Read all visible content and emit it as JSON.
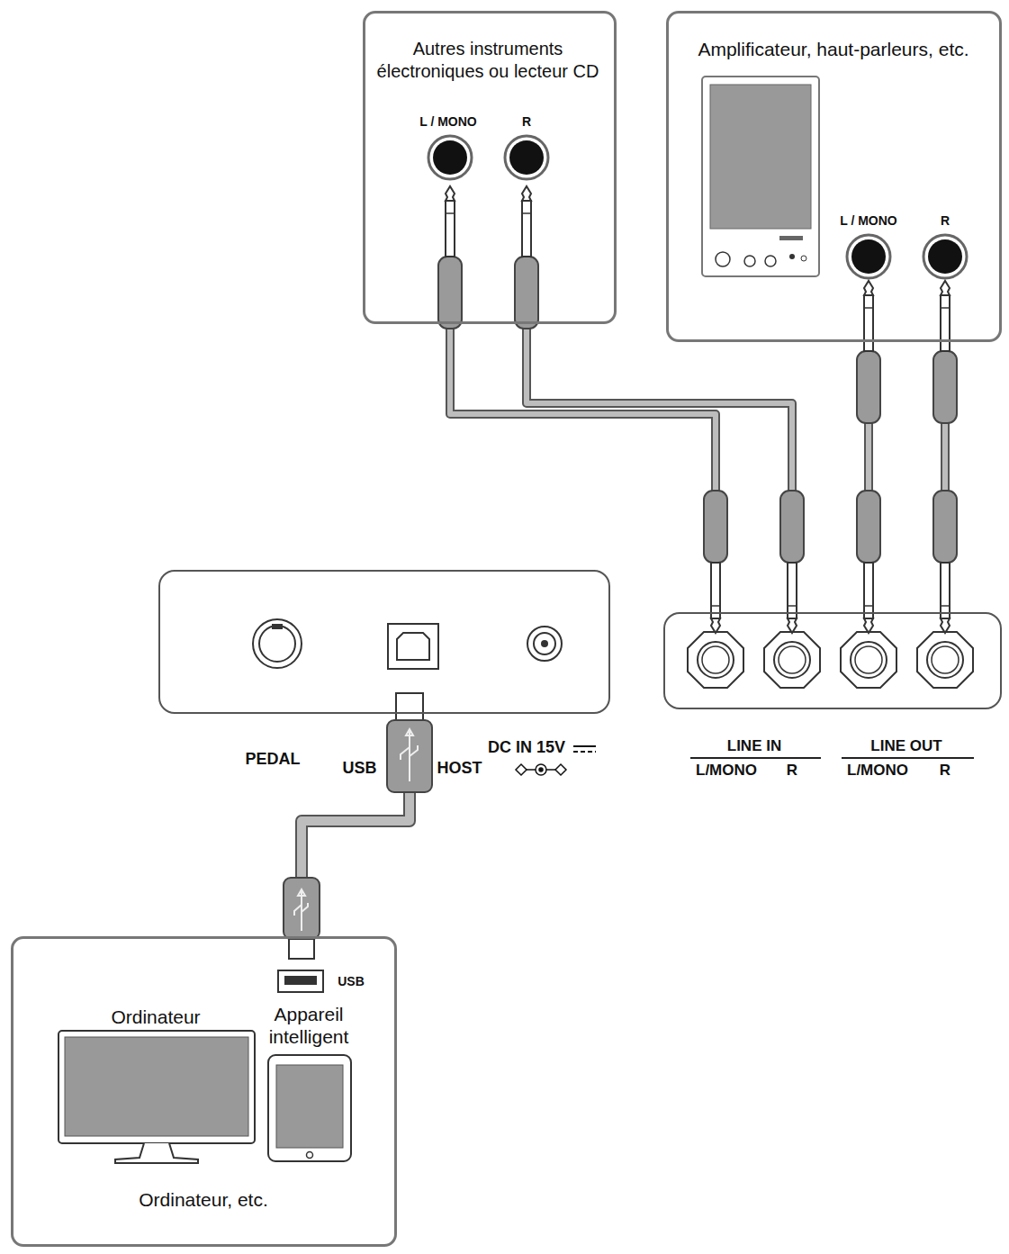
{
  "diagram": {
    "nodes": [
      {
        "text": [
          "Autres instruments électroniques ou lecteur CD"
        ]
      },
      {
        "text": [
          "Amplificateur, haut-parleurs, etc."
        ]
      },
      {
        "text": [
          "PEDAL",
          "USB HOST",
          "DC IN 15V"
        ]
      },
      {
        "text": [
          "LINE IN",
          "L/MONO",
          "R",
          "LINE OUT",
          "L/MONO",
          "R"
        ]
      },
      {
        "text": [
          "Ordinateur, etc."
        ]
      }
    ],
    "edges": [
      {
        "from": 0,
        "to": 3,
        "arrow": "none"
      },
      {
        "from": 0,
        "to": 3,
        "arrow": "none"
      },
      {
        "from": 3,
        "to": 1,
        "arrow": "none"
      },
      {
        "from": 3,
        "to": 1,
        "arrow": "none"
      },
      {
        "from": 2,
        "to": 4,
        "arrow": "none"
      }
    ],
    "labels": [
      "L / MONO",
      "R",
      "L / MONO",
      "R",
      "Ordinateur",
      "Appareil intelligent",
      "USB"
    ]
  }
}
